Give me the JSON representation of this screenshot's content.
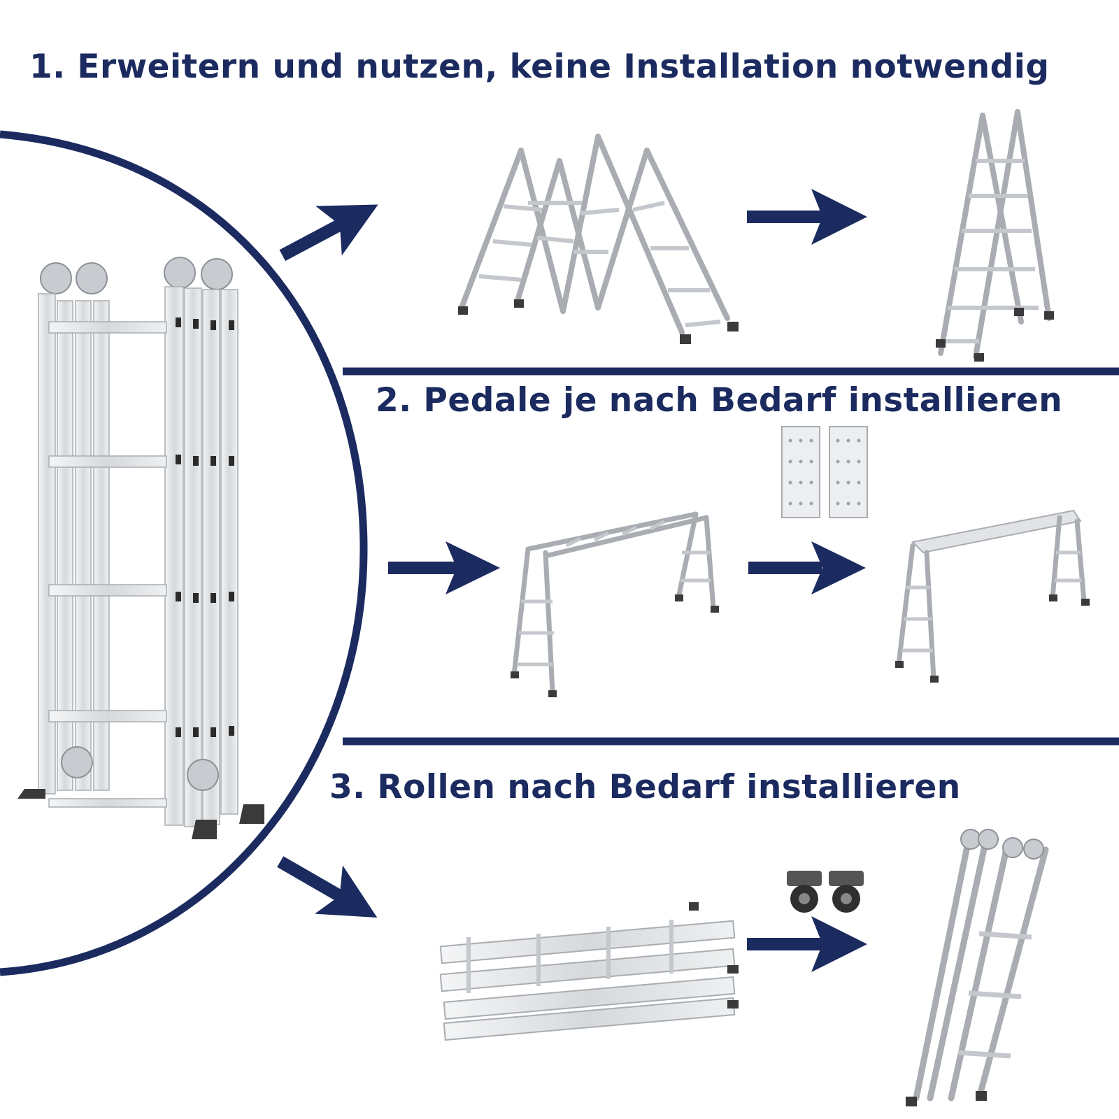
{
  "headings": {
    "step1": "1. Erweitern und nutzen, keine Installation notwendig",
    "step2": "2. Pedale je nach Bedarf installieren",
    "step3": "3. Rollen nach Bedarf installieren"
  },
  "colors": {
    "navy": "#1b2b60",
    "aluminium": "#e4e6e8",
    "aluminium_edge": "#a9adb2",
    "foot": "#3a3a3a"
  },
  "icons": [
    "arrow-icon",
    "ladder-image",
    "platform-image",
    "wheel-image"
  ]
}
